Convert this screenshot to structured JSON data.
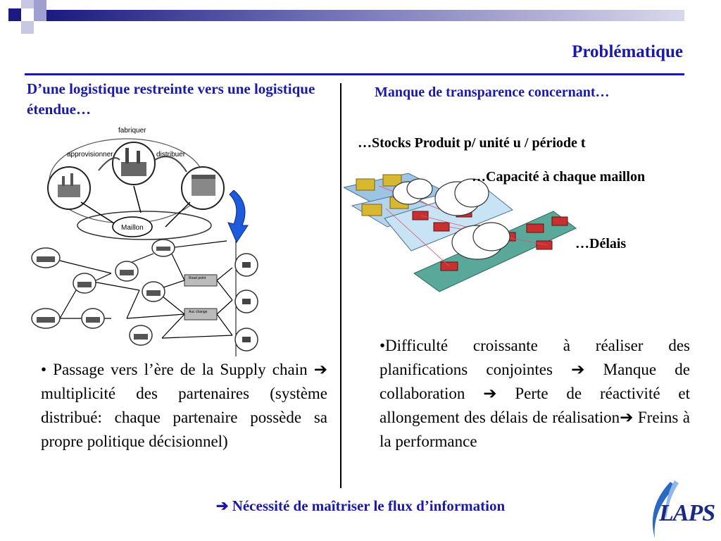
{
  "slide": {
    "title": "Problématique",
    "left": {
      "heading": "D’une logistique restreinte vers une logistique étendue…",
      "diagram_labels": {
        "fabriquer": "fabriquer",
        "approvisionner": "approvisionner",
        "distribuer": "distribuer",
        "maillon": "Maillon",
        "store1": "Road point",
        "store2": "Auc change"
      },
      "paragraph": "Passage vers l’ère de la Supply chain ➔ multiplicité des partenaires (système distribué: chaque partenaire possède sa propre politique décisionnel)"
    },
    "right": {
      "heading": "Manque de transparence concernant…",
      "items": [
        "…Stocks Produit p/ unité u / période t",
        "…Capacité  à chaque maillon",
        "…Délais"
      ],
      "paragraph": "•Difficulté croissante à réaliser des planifications conjointes ➔ Manque de collaboration ➔ Perte de réactivité et allongement des délais de réalisation➔ Freins à la performance"
    },
    "conclusion": "➔ Nécessité de maîtriser le flux d’information",
    "logo_text": "LAPS"
  },
  "colors": {
    "accent": "#1a1aa6",
    "decor_dark": "#1a1a80",
    "decor_light": "#b8b8dc"
  }
}
